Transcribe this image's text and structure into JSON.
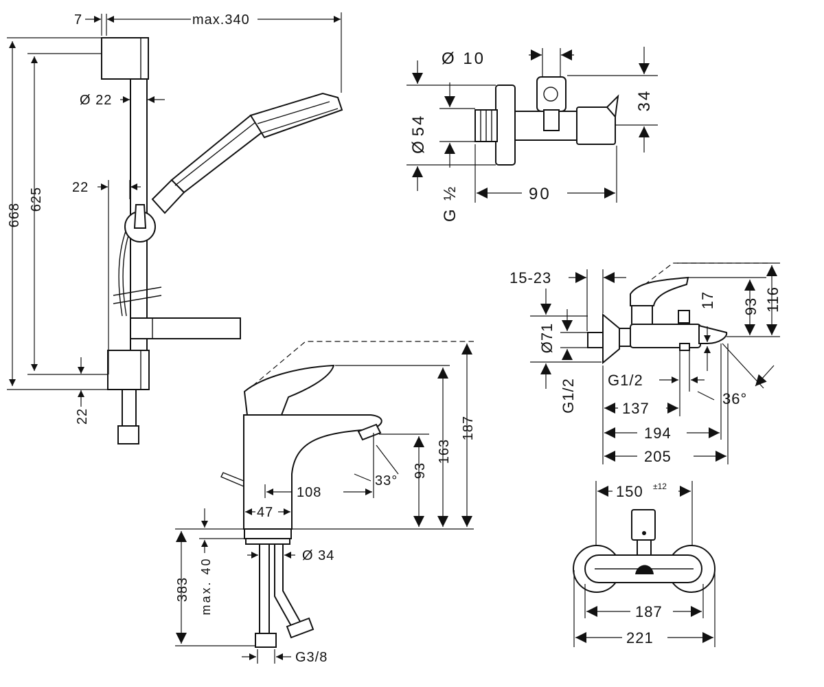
{
  "shower_set": {
    "dims": {
      "d7": "7",
      "max340": "max.340",
      "dia22": "Ø 22",
      "d22": "22",
      "d668": "668",
      "d625": "625",
      "d22b": "22"
    }
  },
  "angle_valve": {
    "dims": {
      "dia10": "Ø  10",
      "d54": "54",
      "dia": "Ø",
      "g12": "G ½",
      "d34": "34",
      "d90": "90"
    }
  },
  "bath_mixer": {
    "dims": {
      "d1523": "15-23",
      "d17": "17",
      "d93": "93",
      "d116": "116",
      "dia71": "Ø71",
      "g12v": "G1/2",
      "g12h": "G1/2",
      "d36": "36°",
      "d137": "137",
      "d194": "194",
      "d205": "205"
    }
  },
  "basin_mixer": {
    "dims": {
      "d108": "108",
      "d33": "33°",
      "d93": "93",
      "d163": "163",
      "d187": "187",
      "d47": "47",
      "dia34": "Ø 34",
      "d383": "383",
      "max40": "max. 40",
      "g38": "G3/8"
    }
  },
  "bath_mixer_top": {
    "dims": {
      "d150": "150",
      "tol": "±12",
      "d187": "187",
      "d221": "221"
    }
  }
}
